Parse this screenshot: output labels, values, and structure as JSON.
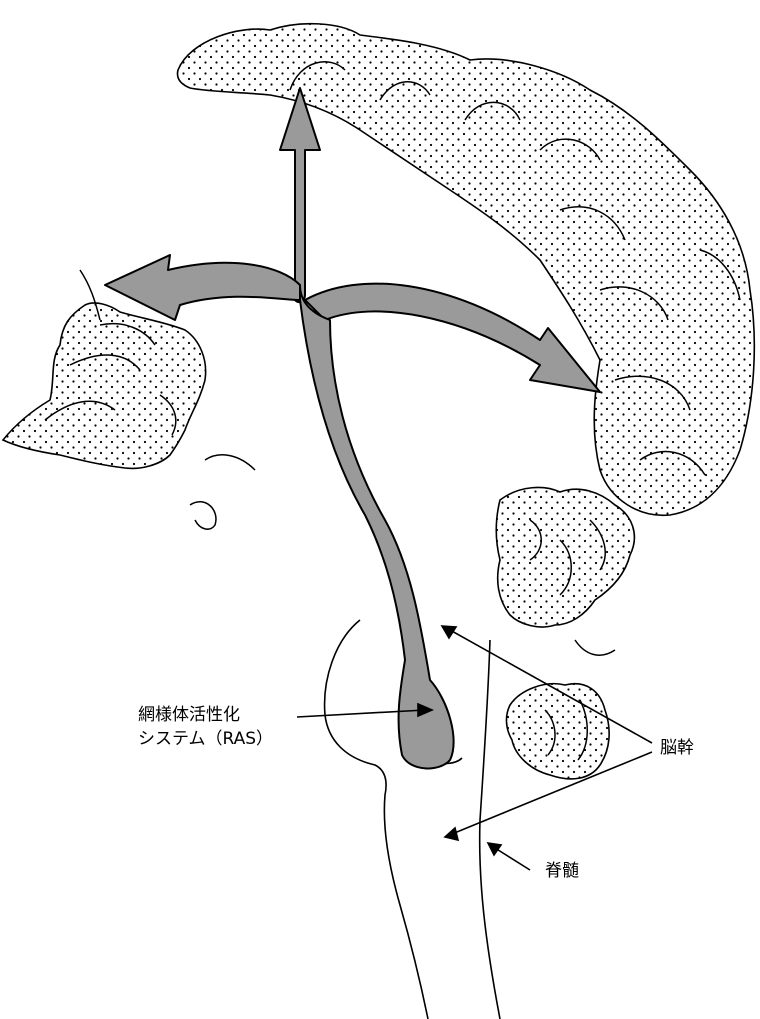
{
  "labels": {
    "ras_line1": "網様体活性化",
    "ras_line2": "システム（RAS）",
    "brainstem": "脳幹",
    "spinal_cord": "脊髄"
  },
  "colors": {
    "line": "#000000",
    "arrow_fill": "#9a9a9a",
    "stipple": "#000000",
    "background": "#ffffff"
  }
}
